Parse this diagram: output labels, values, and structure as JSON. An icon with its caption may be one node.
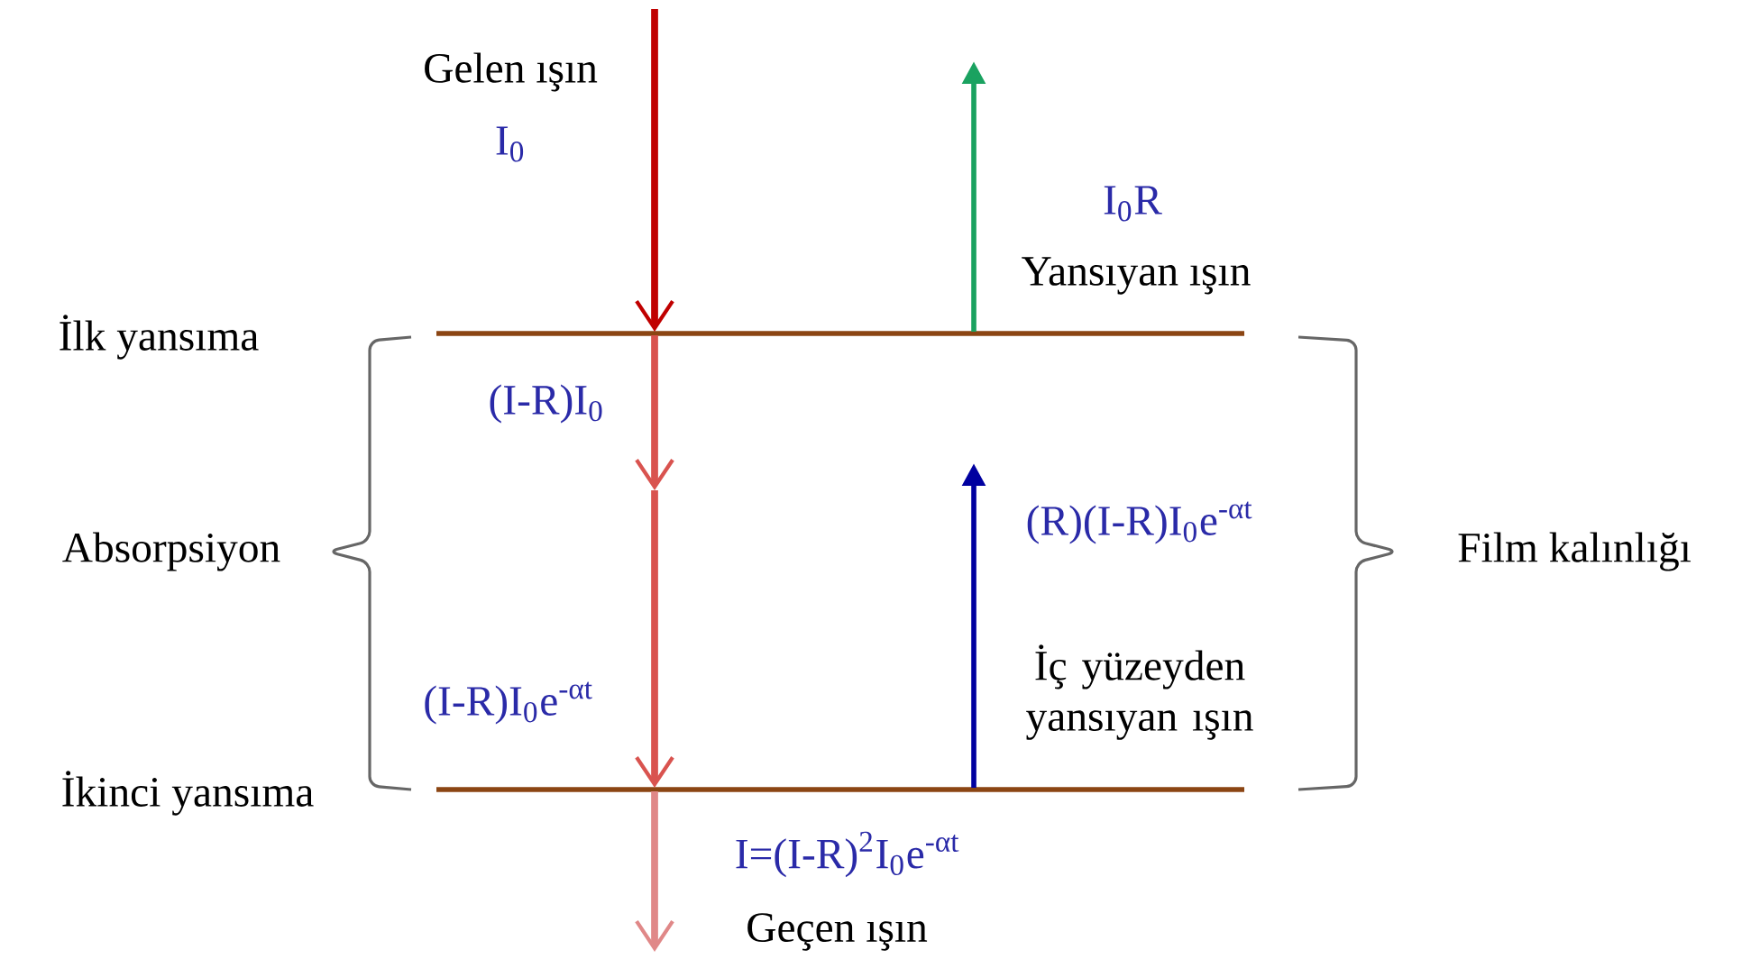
{
  "diagram": {
    "labels": [
      "Gelen ışın",
      "I$_{0}$",
      "I$_{0}$R",
      "Yansıyan ışın",
      "İlk yansıma",
      "(I-R)I$_{0}$",
      "Absorpsiyon",
      "(R)(I-R)I$_{0}$e$^{-αt}$",
      "Film kalınlığı",
      "(I-R)I$_{0}$e$^{-αt}$",
      "İç yüzeyden yansıyan ışın",
      "İkinci yansıma",
      "I=(I-R)$^{2}$I$_{0}$e$^{-αt}$",
      "Geçen ışın"
    ]
  }
}
